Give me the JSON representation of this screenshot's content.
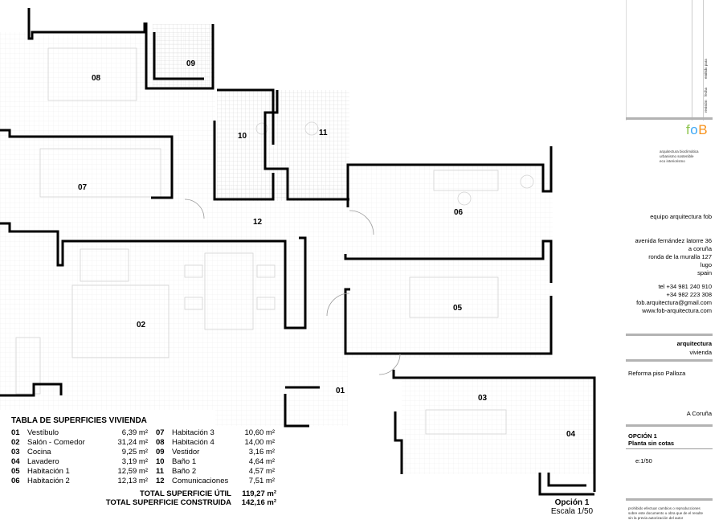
{
  "rooms": [
    {
      "id": "08"
    },
    {
      "id": "09"
    },
    {
      "id": "10"
    },
    {
      "id": "11"
    },
    {
      "id": "07"
    },
    {
      "id": "12"
    },
    {
      "id": "06"
    },
    {
      "id": "02"
    },
    {
      "id": "05"
    },
    {
      "id": "01"
    },
    {
      "id": "03"
    },
    {
      "id": "04"
    }
  ],
  "table": {
    "title": "TABLA DE SUPERFICIES VIVIENDA",
    "rows": [
      {
        "l_id": "01",
        "l_name": "Vestíbulo",
        "l_area": "6,39 m²",
        "r_id": "07",
        "r_name": "Habitación 3",
        "r_area": "10,60 m²"
      },
      {
        "l_id": "02",
        "l_name": "Salón - Comedor",
        "l_area": "31,24 m²",
        "r_id": "08",
        "r_name": "Habitación 4",
        "r_area": "14,00 m²"
      },
      {
        "l_id": "03",
        "l_name": "Cocina",
        "l_area": "9,25 m²",
        "r_id": "09",
        "r_name": "Vestidor",
        "r_area": "3,16 m²"
      },
      {
        "l_id": "04",
        "l_name": "Lavadero",
        "l_area": "3,19 m²",
        "r_id": "10",
        "r_name": "Baño 1",
        "r_area": "4,64 m²"
      },
      {
        "l_id": "05",
        "l_name": "Habitación 1",
        "l_area": "12,59 m²",
        "r_id": "11",
        "r_name": "Baño 2",
        "r_area": "4,57 m²"
      },
      {
        "l_id": "06",
        "l_name": "Habitación 2",
        "l_area": "12,13 m²",
        "r_id": "12",
        "r_name": "Comunicaciones",
        "r_area": "7,51 m²"
      }
    ],
    "total_util_label": "TOTAL SUPERFICIE ÚTIL",
    "total_util_value": "119,27 m²",
    "total_built_label": "TOTAL SUPERFICIE CONSTRUIDA",
    "total_built_value": "142,16 m²"
  },
  "caption": {
    "line1": "Opción 1",
    "line2": "Escala 1/50"
  },
  "titleblock": {
    "header_cols": [
      "revisión",
      "fecha",
      "emitido para"
    ],
    "logo": {
      "f": "f",
      "o": "o",
      "b": "B"
    },
    "taglines": [
      "arquitectura bioclimática",
      "urbanismo sostenible",
      "eco interiorismo"
    ],
    "team": "equipo arquitectura fob",
    "address": [
      "avenida fernández latorre 36",
      "a coruña",
      "ronda de la muralla 127",
      "lugo",
      "spain"
    ],
    "phones": [
      "tel +34 981 240 910",
      "+34 982 223 308"
    ],
    "email": "fob.arquitectura@gmail.com",
    "web": "www.fob-arquitectura.com",
    "category": "arquitectura",
    "subcategory": "vivienda",
    "project": "Reforma piso Palloza",
    "city": "A Coruña",
    "option": "OPCIÓN 1",
    "plan_type": "Planta sin cotas",
    "scale": "e:1/50",
    "legal": [
      "prohibido efectuar cambios o reproducciones",
      "sobre este documento u obra que de el resulte",
      "sin la previa autorización del autor"
    ],
    "colors": {
      "logo_f": "#8bc34a",
      "logo_o": "#3fa9f5",
      "logo_b": "#f7931e",
      "rule": "#b3b3b3"
    }
  }
}
